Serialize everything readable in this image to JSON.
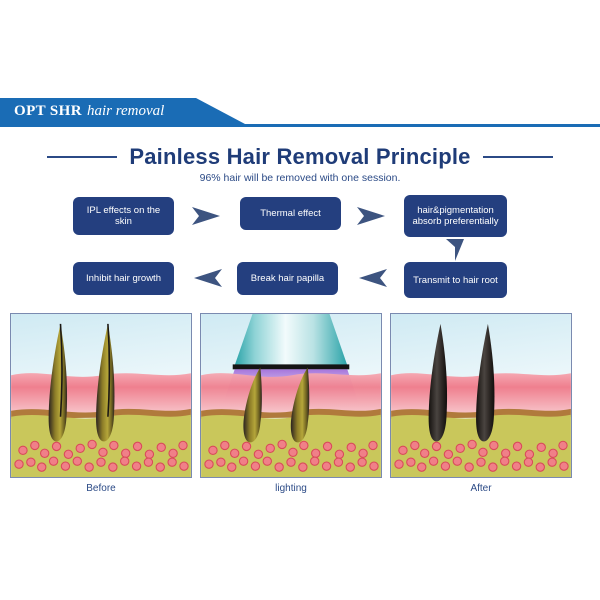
{
  "banner": {
    "brand_bold": "OPT SHR",
    "brand_italic": "hair removal",
    "bar_color": "#1a6cb5"
  },
  "header": {
    "title": "Painless Hair Removal Principle",
    "subtitle": "96% hair will be removed with one session.",
    "title_color": "#1f3c78"
  },
  "flow": {
    "node_color": "#243f7f",
    "nodes": [
      {
        "id": "ipl-effects",
        "label": "IPL effects on the skin"
      },
      {
        "id": "thermal-effect",
        "label": "Thermal effect"
      },
      {
        "id": "absorb",
        "label": "hair&pigmentation absorb preferentially"
      },
      {
        "id": "transmit",
        "label": "Transmit to hair root"
      },
      {
        "id": "break-papilla",
        "label": "Break hair papilla"
      },
      {
        "id": "inhibit-growth",
        "label": "Inhibit hair growth"
      }
    ],
    "arrows": [
      {
        "id": "arrow-1",
        "direction": "right"
      },
      {
        "id": "arrow-2",
        "direction": "right"
      },
      {
        "id": "arrow-3",
        "direction": "down"
      },
      {
        "id": "arrow-4",
        "direction": "left"
      },
      {
        "id": "arrow-5",
        "direction": "left"
      }
    ]
  },
  "panels": [
    {
      "id": "before",
      "caption": "Before"
    },
    {
      "id": "lighting",
      "caption": "lighting"
    },
    {
      "id": "after",
      "caption": "After"
    }
  ],
  "colors": {
    "skin_pink": "#ef7f8e",
    "dermis_olive": "#c9c75b",
    "blood_cell": "#f08088",
    "blood_cell_outline": "#d94a5a",
    "hair_dark": "#2b2320",
    "hair_gold": "#9a8a2e",
    "handpiece_teal": "#2aa3a8",
    "light_purple": "#b28ede",
    "caption_color": "#2b4a86"
  }
}
